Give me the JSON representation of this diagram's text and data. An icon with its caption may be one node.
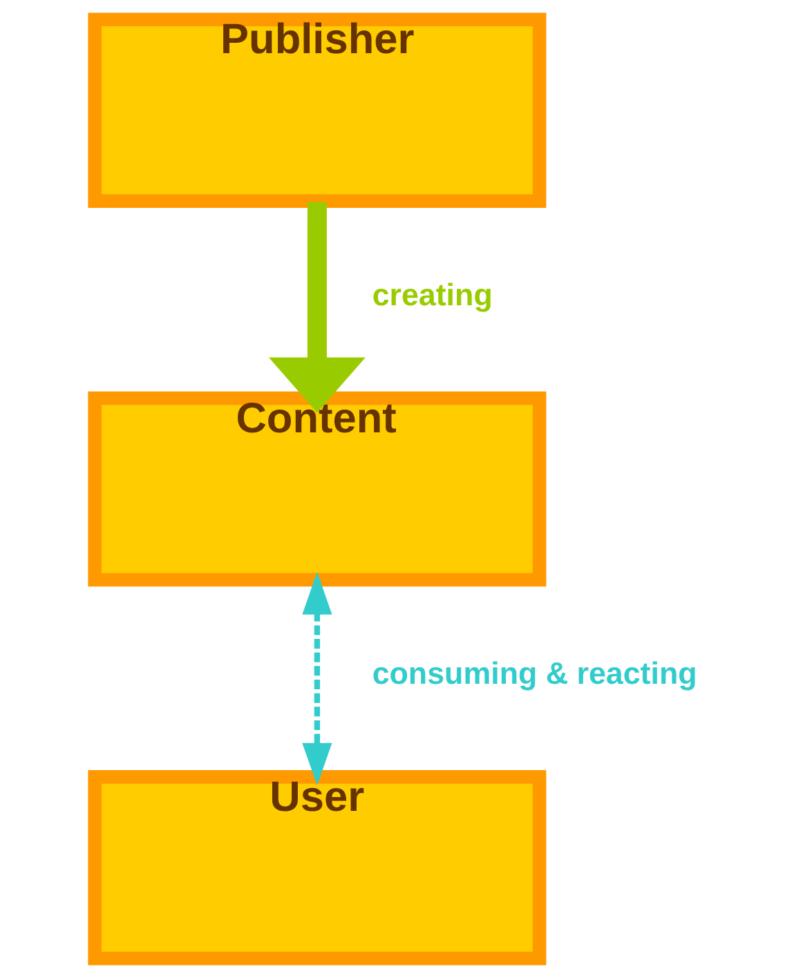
{
  "diagram": {
    "nodes": [
      {
        "text": [
          "Publisher"
        ]
      },
      {
        "text": [
          "Content"
        ]
      },
      {
        "text": [
          "User"
        ]
      }
    ],
    "edges": [
      {
        "from": 0,
        "to": 1,
        "arrow": "to",
        "label": "creating",
        "style": "thick",
        "color": "#99cc00"
      },
      {
        "from": 1,
        "to": 2,
        "arrow": "both",
        "label": "consuming & reacting",
        "style": "dashed",
        "color": "#33cccc"
      }
    ]
  }
}
